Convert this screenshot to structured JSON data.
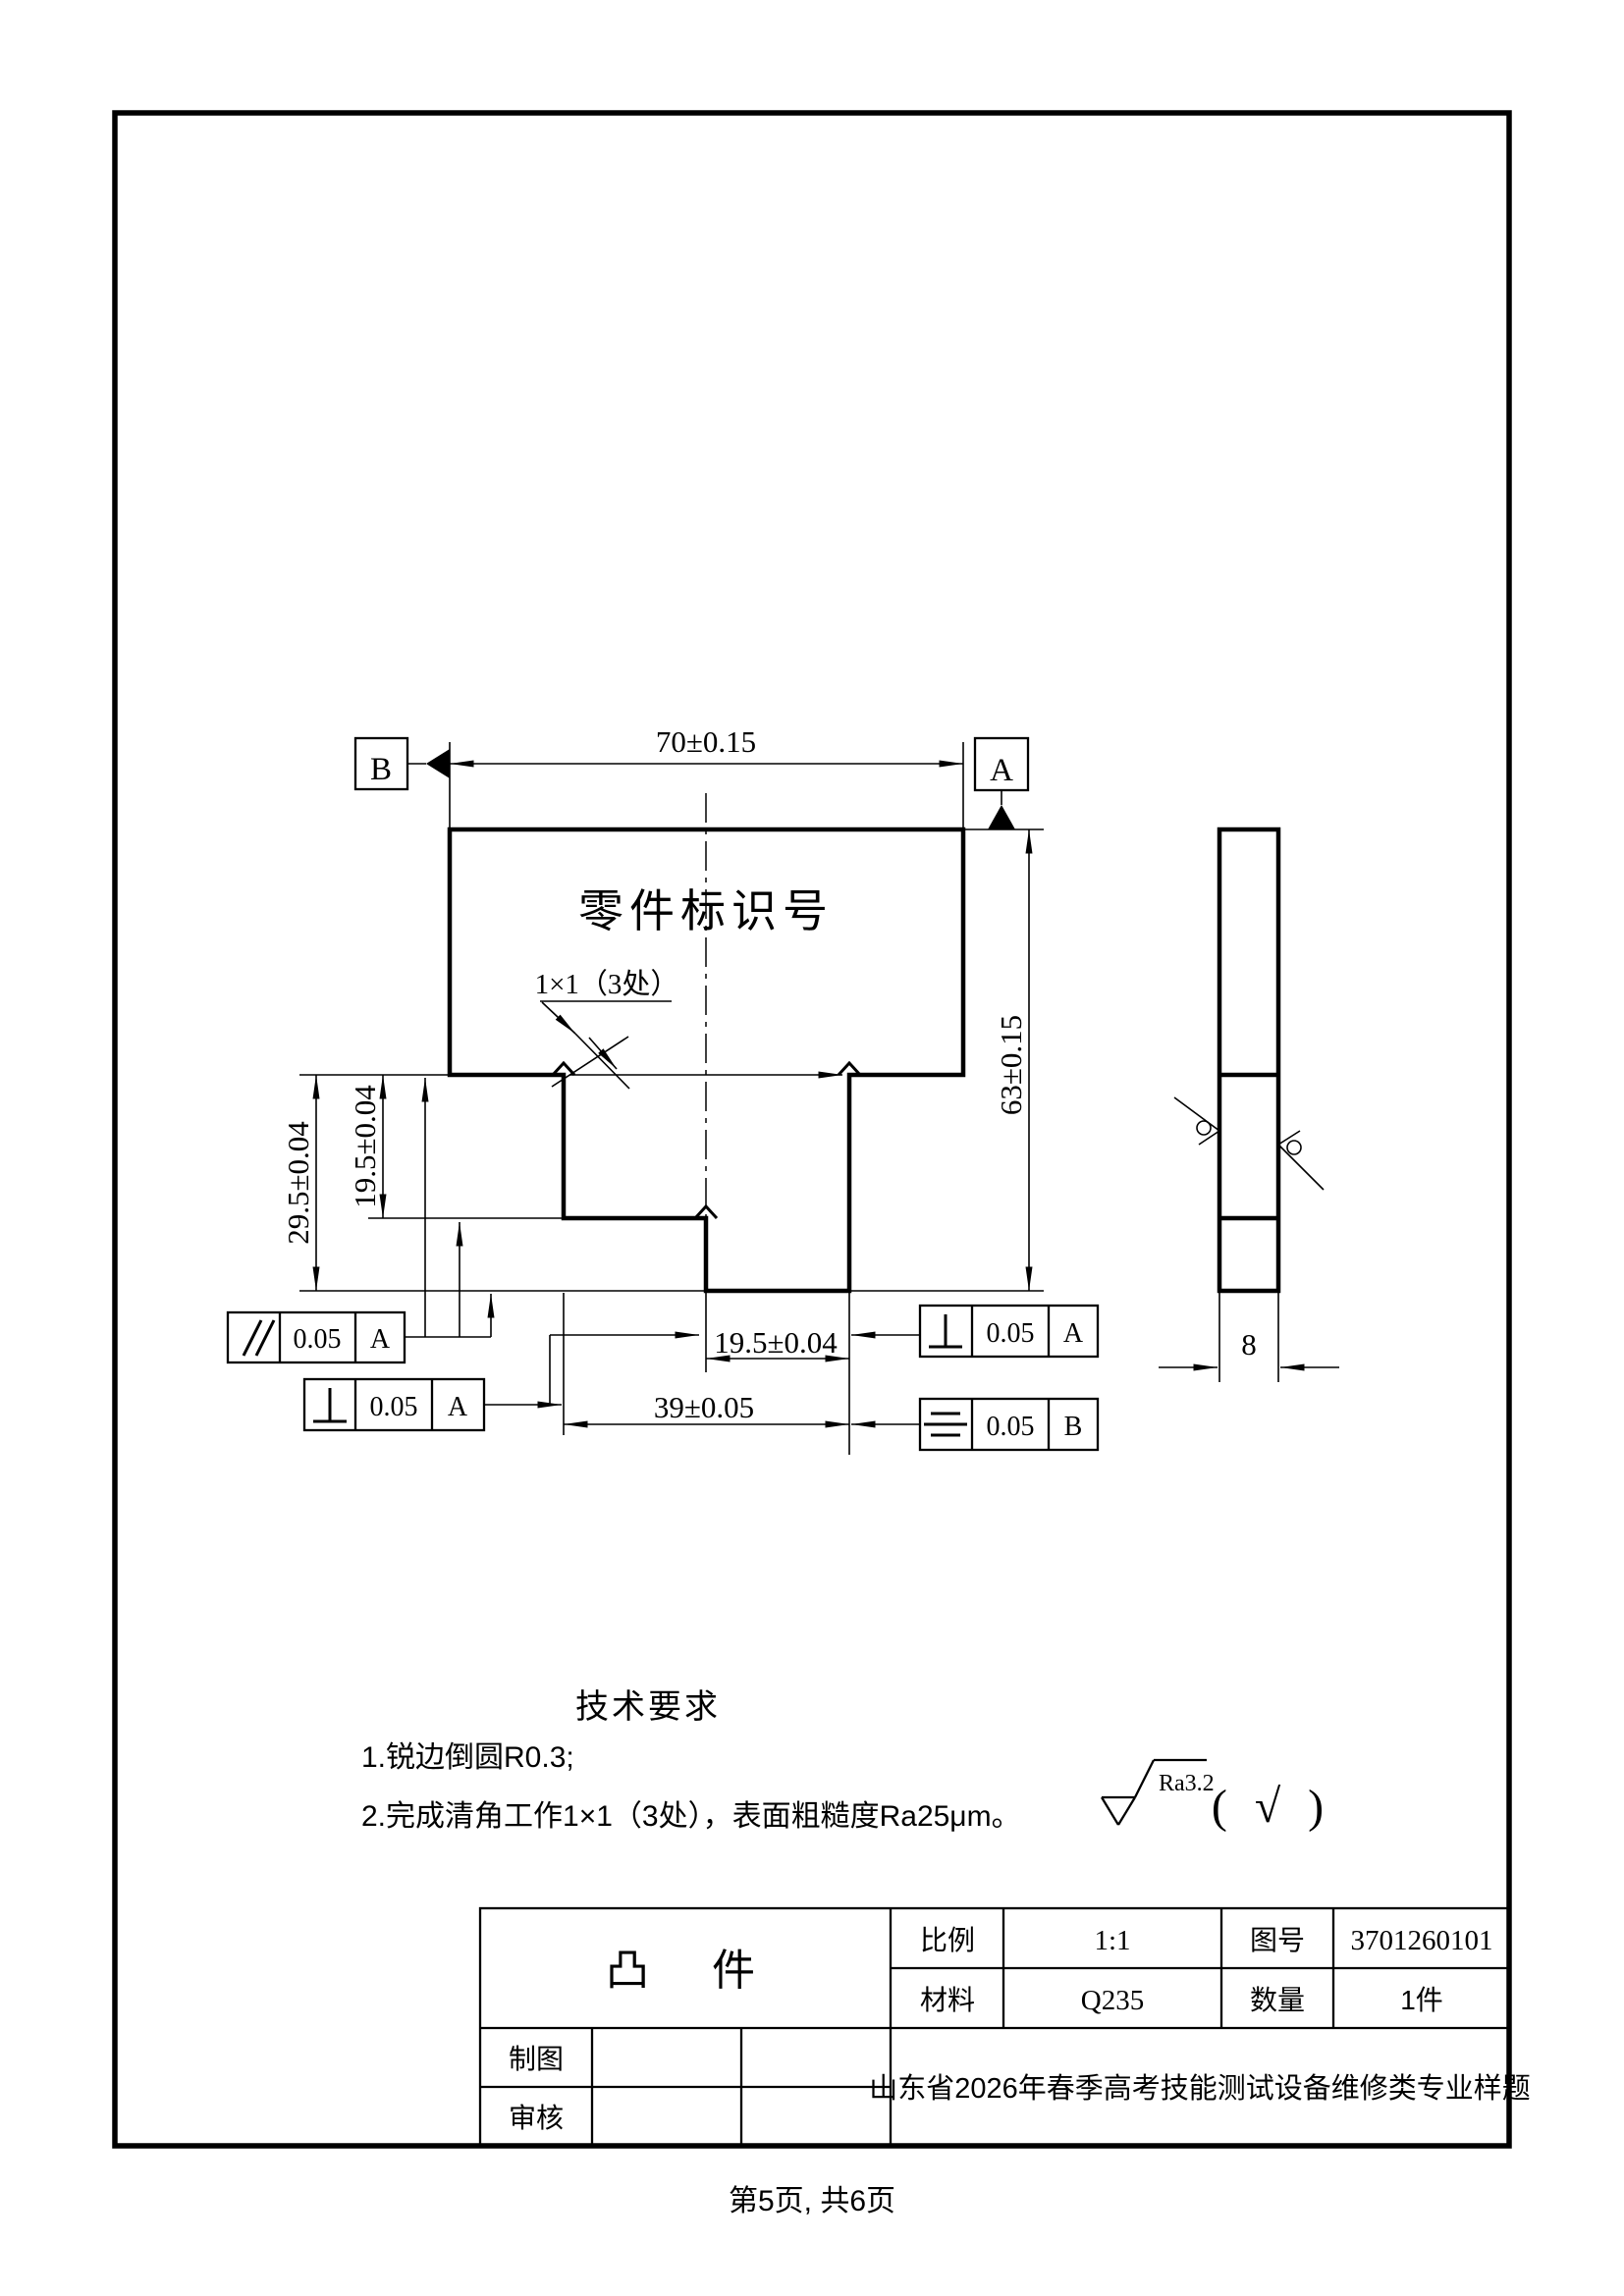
{
  "front_view": {
    "part_label": "零件标识号",
    "chamfer_note": "1×1（3处）",
    "dim_width": "70±0.15",
    "dim_height": "63±0.15",
    "dim_stem_height": "29.5±0.04",
    "dim_step_height": "19.5±0.04",
    "dim_boss_width": "19.5±0.04",
    "dim_stem_width": "39±0.05",
    "datum_b": "B",
    "datum_a": "A"
  },
  "side_view": {
    "dim_thickness": "8"
  },
  "gdt": {
    "parallelism": {
      "tol": "0.05",
      "datum": "A"
    },
    "perp_left": {
      "tol": "0.05",
      "datum": "A"
    },
    "perp_right": {
      "tol": "0.05",
      "datum": "A"
    },
    "symmetry": {
      "tol": "0.05",
      "datum": "B"
    }
  },
  "tech": {
    "title": "技术要求",
    "item1": "1.锐边倒圆R0.3;",
    "item2": "2.完成清角工作1×1（3处），表面粗糙度Ra25μm。"
  },
  "roughness": {
    "value": "Ra3.2",
    "applies": "( √ )"
  },
  "title_block": {
    "part_name": "凸　件",
    "scale_label": "比例",
    "scale_value": "1:1",
    "dwgno_label": "图号",
    "dwgno_value": "3701260101",
    "material_label": "材料",
    "material_value": "Q235",
    "qty_label": "数量",
    "qty_value": "1件",
    "drafter_label": "制图",
    "checker_label": "审核",
    "org_text": "山东省2026年春季高考技能测试设备维修类专业样题"
  },
  "footer": "第5页, 共6页",
  "colors": {
    "ink": "#000000",
    "paper": "#ffffff"
  }
}
